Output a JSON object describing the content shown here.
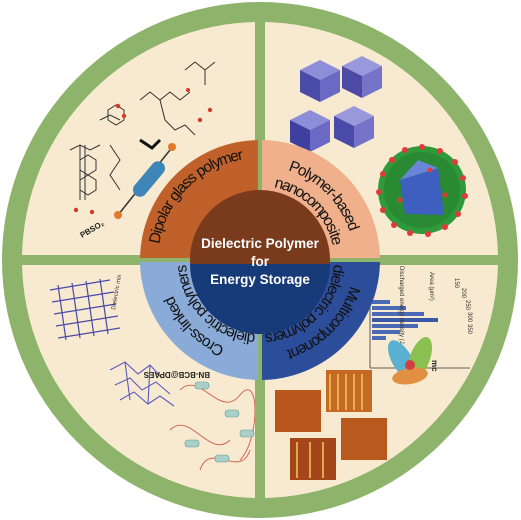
{
  "center": {
    "line1": "Dielectric Polymer",
    "line2": "for",
    "line3": "Energy Storage"
  },
  "segments": {
    "top_left": {
      "label": "Dipolar glass polymer"
    },
    "top_right": {
      "label1": "Polymer-based",
      "label2": "nanocomposite"
    },
    "bottom_right": {
      "label1": "Multicomponent",
      "label2": "dielectric polymers"
    },
    "bottom_left": {
      "label1": "Cross-linked",
      "label2": "dielectric polymers"
    }
  },
  "annotations": {
    "pbso2": "PBSO₂",
    "bnbcb": "BN-BCB@DPAES",
    "dielectric_mix": "Dielectric mix",
    "chart_y_label": "Discharged energy density (J cm⁻³)",
    "chart_x_label": "Area (μm²)",
    "ticks": [
      "150",
      "200",
      "250",
      "300",
      "350"
    ],
    "mc_label": "mc"
  },
  "colors": {
    "outer_ring": "#8db46a",
    "quadrant_bg": "#f7ead0",
    "divider": "#8db46a",
    "center": "#7a3a1c",
    "top_left": "#c0612b",
    "top_right": "#f0b08c",
    "bottom_right": "#2c4e9a",
    "bottom_left": "#8aaad8"
  }
}
